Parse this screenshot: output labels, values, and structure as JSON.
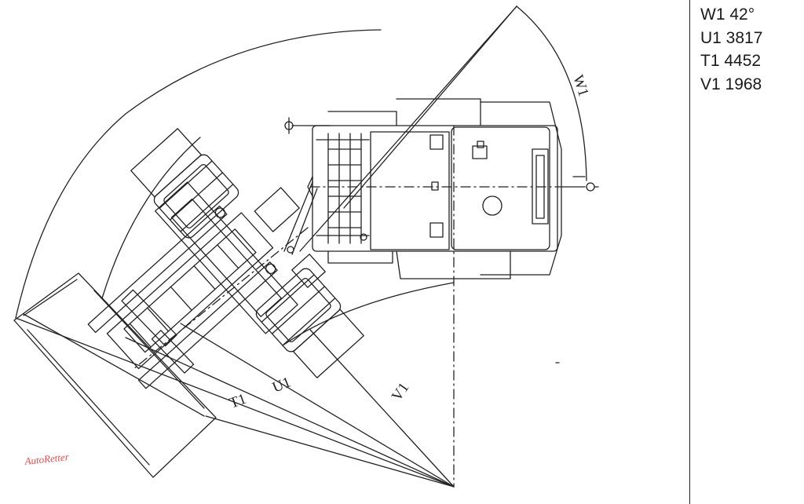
{
  "specs": [
    {
      "code": "W1",
      "value": "42°",
      "text": "W1 42°"
    },
    {
      "code": "U1",
      "value": "3817",
      "text": "U1 3817"
    },
    {
      "code": "T1",
      "value": "4452",
      "text": "T1 4452"
    },
    {
      "code": "V1",
      "value": "1968",
      "text": "V1 1968"
    }
  ],
  "diagram_labels": {
    "w1": "W1",
    "u1": "U1",
    "t1": "T1",
    "v1": "V1"
  },
  "watermark": "AutoRetter",
  "colors": {
    "line": "#222222",
    "watermark": "#e05050",
    "background": "#ffffff"
  }
}
